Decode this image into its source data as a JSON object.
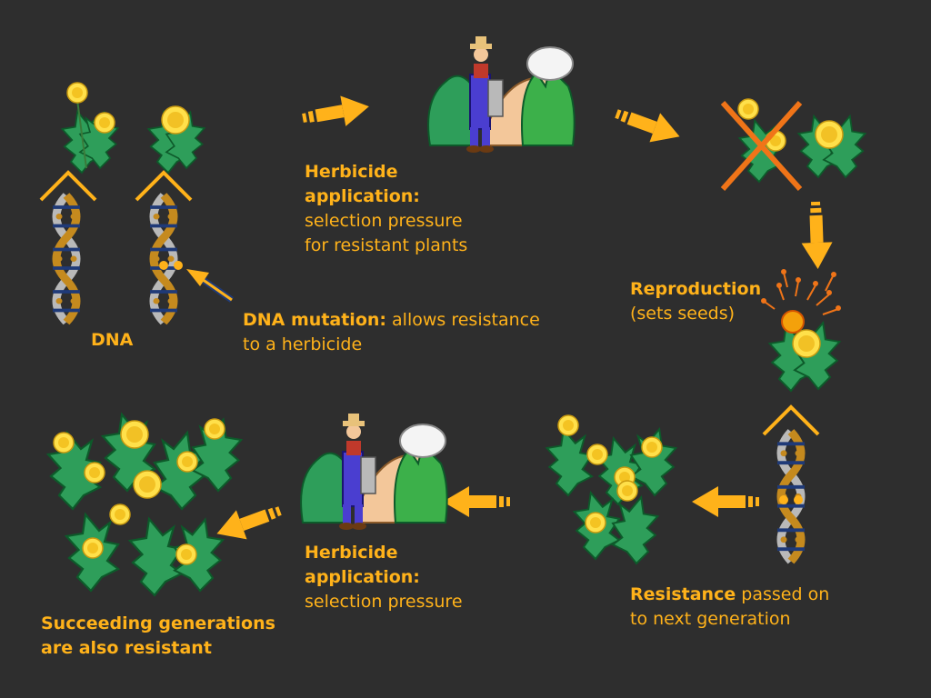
{
  "colors": {
    "background": "#2e2e2e",
    "label": "#ffb21a",
    "arrow": "#ffb21a",
    "leaf": "#2e9e5a",
    "leaf_dark": "#0d5a2a",
    "flower": "#ffe04a",
    "cross": "#f07418",
    "dna_gold": "#c58a1e",
    "dna_blue": "#1f3a78",
    "dna_gray": "#b9b9b9"
  },
  "labels": {
    "dna": "DNA",
    "mutation_bold": "DNA mutation:",
    "mutation_rest1": " allows resistance",
    "mutation_rest2": "to a herbicide",
    "herbicide_top_bold1": "Herbicide",
    "herbicide_top_bold2": "application:",
    "herbicide_top_line3": "selection pressure",
    "herbicide_top_line4": "for resistant plants",
    "reproduction_bold": "Reproduction",
    "reproduction_rest": "(sets seeds)",
    "resistance_bold": "Resistance",
    "resistance_rest1": " passed on",
    "resistance_rest2": "to next generation",
    "herbicide_bottom_bold1": "Herbicide",
    "herbicide_bottom_bold2": "application:",
    "herbicide_bottom_line3": "selection pressure",
    "succeeding_line1": "Succeeding generations",
    "succeeding_line2": "are also resistant"
  }
}
